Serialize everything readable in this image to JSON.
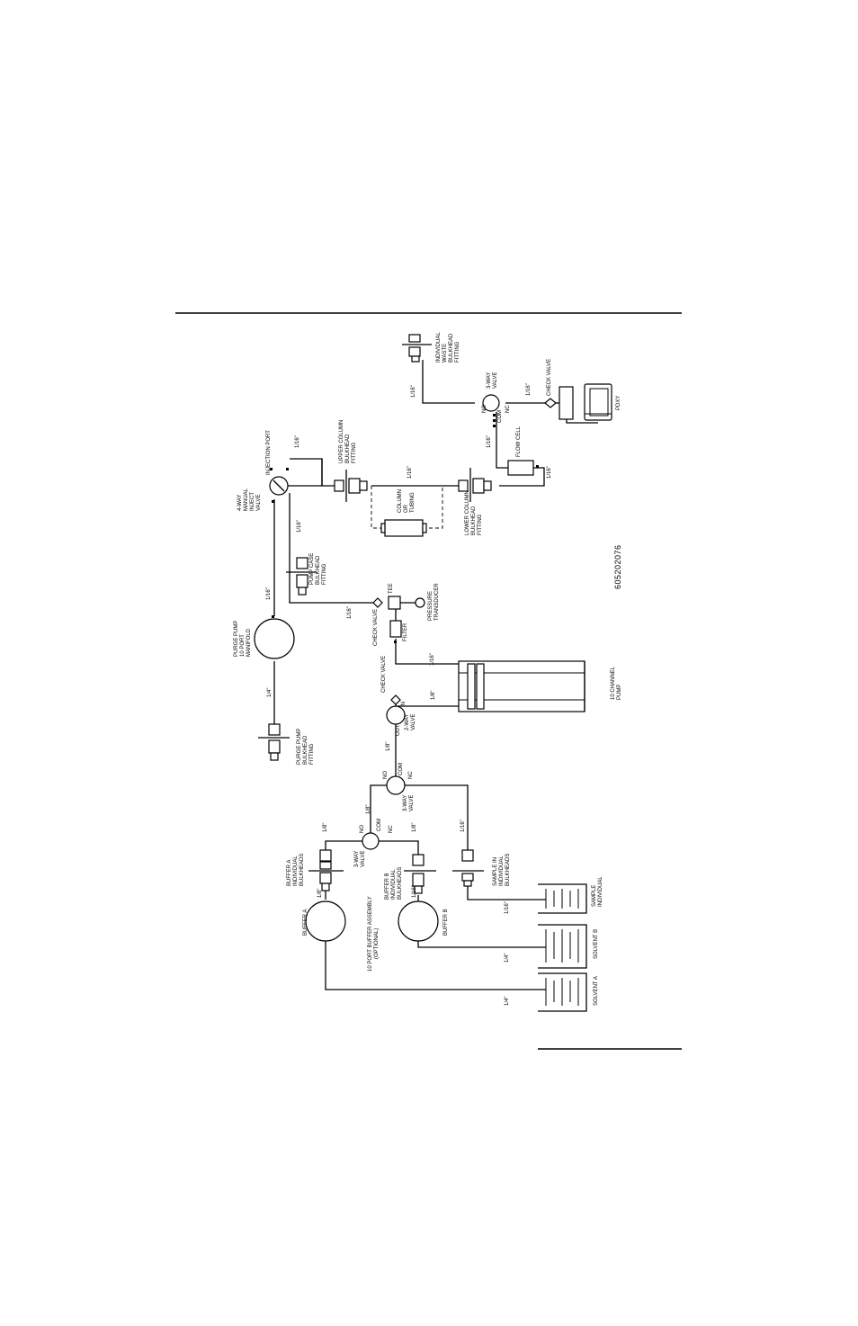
{
  "drawing_number": "605202076",
  "labels": {
    "individual_waste": [
      "INDIVIDUAL",
      "WASTE",
      "BULKHEAD",
      "FITTING"
    ],
    "three_way_valve_top": [
      "3-WAY",
      "VALVE"
    ],
    "check_valve_top": "CHECK VALVE",
    "pdxy": "PDXY",
    "no_top": "NO",
    "nc_top": "NC",
    "com_top": "COM",
    "flow_cell": "FLOW CELL",
    "injection_port": "INJECTION PORT",
    "upper_column": [
      "UPPER COLUMN",
      "BULKHEAD",
      "FITTING"
    ],
    "four_way_valve": [
      "4-WAY",
      "MANUAL",
      "INJECT",
      "VALVE"
    ],
    "column_or_tubing": [
      "COLUMN",
      "OR",
      "TUBING"
    ],
    "lower_column": [
      "LOWER COLUMN",
      "BULKHEAD",
      "FITTING"
    ],
    "pump_case": [
      "PUMP CASE",
      "BULKHEAD",
      "FITTING"
    ],
    "tee": "TEE",
    "pressure_transducer": [
      "PRESSURE",
      "TRANSDUCER"
    ],
    "check_valve_mid": "CHECK VALVE",
    "filter": "FILTER",
    "purge_pump": [
      "PURGE PUMP",
      "10 PORT",
      "MANIFOLD"
    ],
    "purge_pump_bulkhead": [
      "PURGE PUMP",
      "BULKHEAD",
      "FITTING"
    ],
    "channel_pump": [
      "10 CHANNEL",
      "PUMP"
    ],
    "check_valve_low": "CHECK VALVE",
    "in": "IN",
    "out": "OUT",
    "two_way_valve": [
      "2-WAY",
      "VALVE"
    ],
    "no_mid": "NO",
    "com_mid": "COM",
    "nc_mid": "NC",
    "three_way_valve_mid": [
      "3-WAY",
      "VALVE"
    ],
    "no_low": "NO",
    "com_low": "COM",
    "nc_low": "NC",
    "three_way_valve_low": [
      "3-WAY",
      "VALVE"
    ],
    "buffer_a_bulkheads": [
      "BUFFER A",
      "INDIVIDUAL",
      "BULKHEADS"
    ],
    "buffer_b_bulkheads": [
      "BUFFER B",
      "INDIVIDUAL",
      "BULKHEADS"
    ],
    "sample_in_bulkheads": [
      "SAMPLE IN",
      "INDIVIDUAL",
      "BULKHEADS"
    ],
    "buffer_a": "BUFFER A",
    "buffer_b": "BUFFER B",
    "buffer_assembly": [
      "10 PORT BUFFER ASSEMBLY",
      "(OPTIONAL)"
    ],
    "sample": [
      "SAMPLE",
      "INDIVIDUAL"
    ],
    "solvent_b": "SOLVENT B",
    "solvent_a": "SOLVENT A"
  },
  "tubing": {
    "t1": "1/16\"",
    "t2": "1/16\"",
    "t3": "1/16\"",
    "t4": "1/16\"",
    "t5": "1/16\"",
    "t6": "1/16\"",
    "t7": "1/16\"",
    "t8": "1/16\"",
    "t9": "1/16\"",
    "t10": "1/16\"",
    "t11": "1/4\"",
    "t12": "1/8\"",
    "t13": "1/8\"",
    "t14": "1/8\"",
    "t15": "1/8\"",
    "t16": "1/8\"",
    "t17": "1/8\"",
    "t18": "1/16\"",
    "t19": "1/16\"",
    "t20": "1/4\"",
    "t21": "1/4\"",
    "t22": "1/16\""
  }
}
